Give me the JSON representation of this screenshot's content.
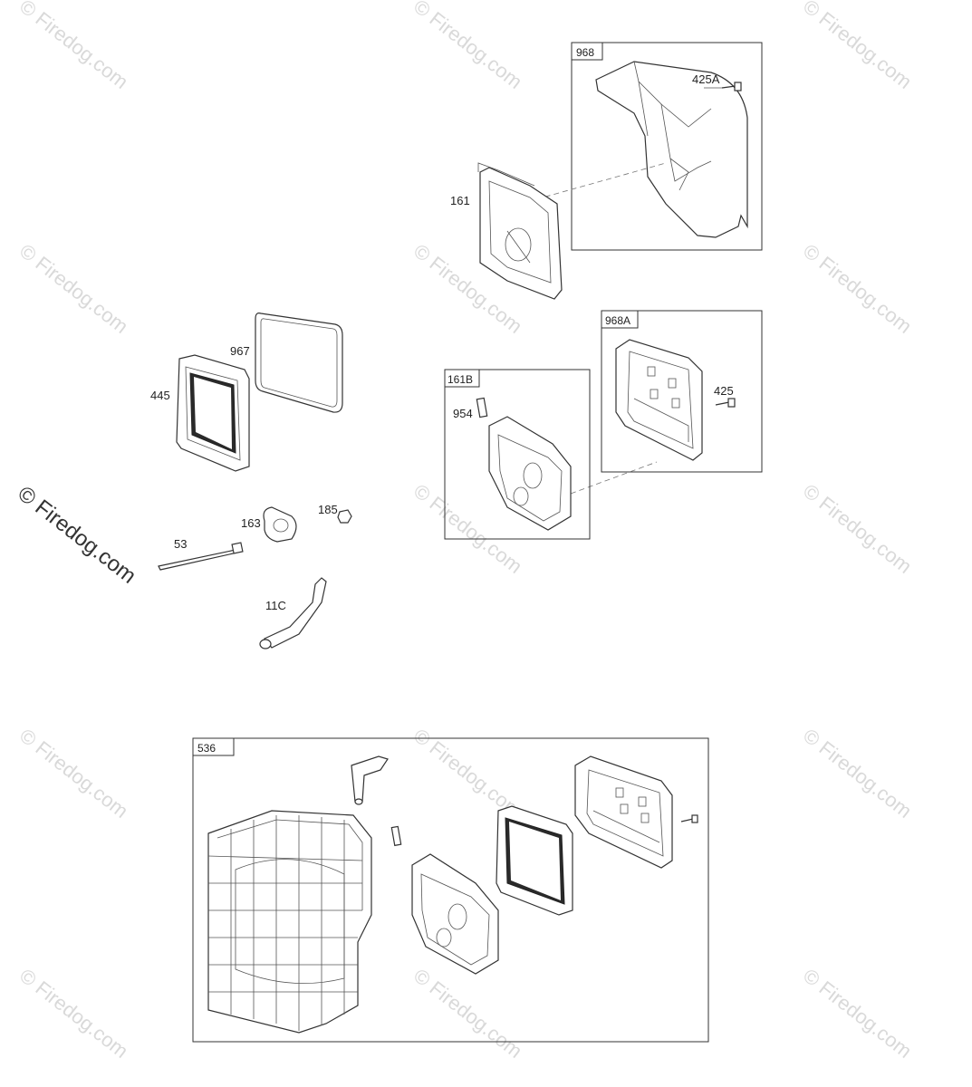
{
  "watermark": {
    "text": "© Firedog.com"
  },
  "parts": {
    "p968": "968",
    "p425A": "425A",
    "p161": "161",
    "p968A": "968A",
    "p425": "425",
    "p161B": "161B",
    "p954": "954",
    "p967": "967",
    "p445": "445",
    "p163": "163",
    "p185": "185",
    "p53": "53",
    "p11C": "11C",
    "p536": "536"
  }
}
